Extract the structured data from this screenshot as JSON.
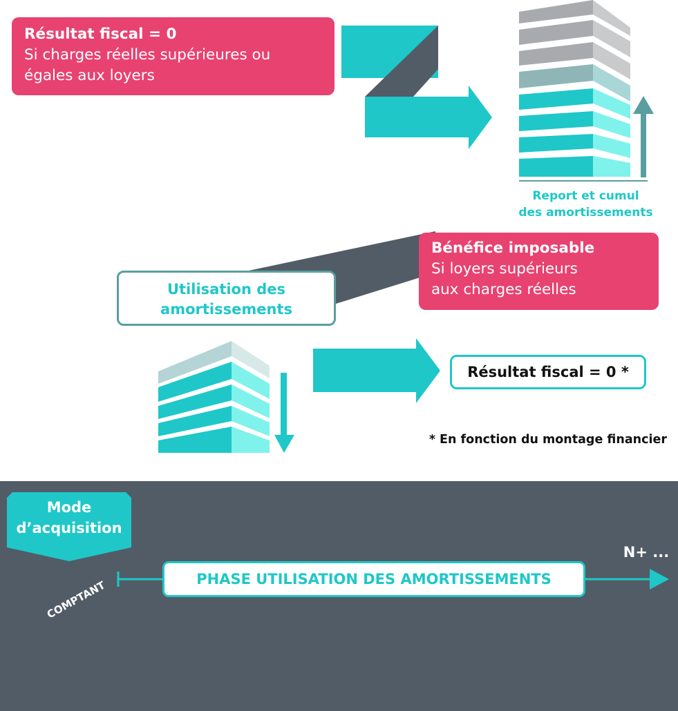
{
  "colors": {
    "pink": "#e84270",
    "teal": "#1fc7c8",
    "teal_light": "#7ff2ec",
    "slate": "#525c67",
    "gray": "#a8aaad",
    "gray_light": "#c9cacc",
    "outline": "#5a9ea0",
    "white": "#ffffff"
  },
  "fiscal_zero": {
    "title": "Résultat fiscal = 0",
    "line1": "Si charges réelles supérieures ou",
    "line2": "égales aux loyers"
  },
  "report_label": {
    "line1": "Report et cumul",
    "line2": "des amortissements"
  },
  "benefice": {
    "title": "Bénéfice imposable",
    "line1": "Si loyers supérieurs",
    "line2": "aux charges réelles"
  },
  "utilisation": {
    "line1": "Utilisation des",
    "line2": "amortissements"
  },
  "result_zero": "Résultat fiscal = 0 *",
  "footnote": "* En fonction du montage financier",
  "timeline": {
    "mode_line1": "Mode",
    "mode_line2": "d’acquisition",
    "start_label": "COMPTANT",
    "phase_label": "PHASE UTILISATION DES AMORTISSEMENTS",
    "end_label": "N+ ..."
  },
  "icons": {
    "z_arrow": "z-shaped-flow-arrow-icon",
    "big_building": "stacked-building-icon",
    "up_arrow": "arrow-up-icon",
    "ribbon": "diagonal-ribbon-icon",
    "small_building": "small-stacked-building-icon",
    "down_arrow": "arrow-down-icon",
    "right_arrow": "arrow-right-icon",
    "timeline_arrow": "timeline-arrow-icon"
  }
}
